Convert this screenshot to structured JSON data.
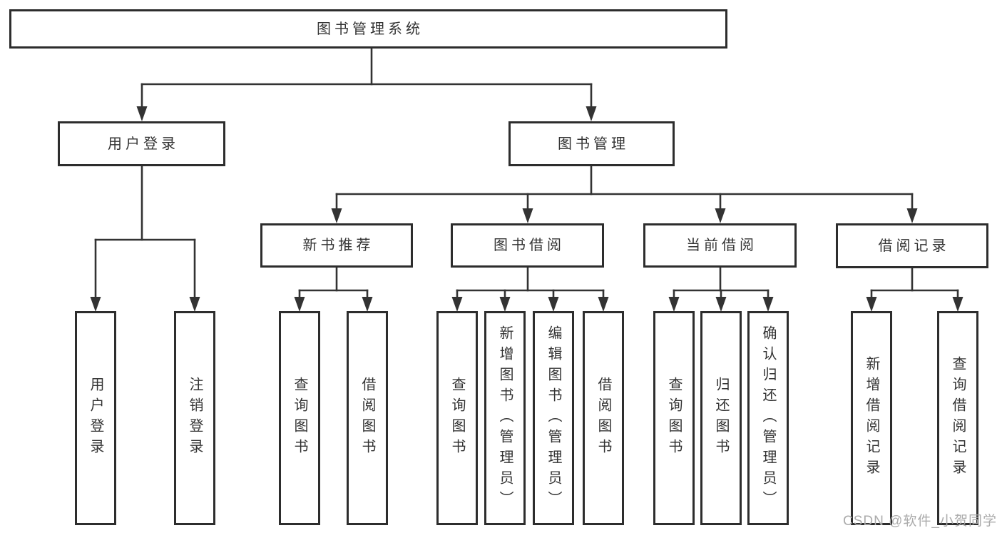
{
  "diagram": {
    "title": "图书管理系统",
    "branches": {
      "user_login": {
        "label": "用户登录",
        "children": [
          "用户登录",
          "注销登录"
        ]
      },
      "book_mgmt": {
        "label": "图书管理",
        "sections": {
          "new_book_rec": {
            "label": "新书推荐",
            "children": [
              "查询图书",
              "借阅图书"
            ]
          },
          "book_borrow": {
            "label": "图书借阅",
            "children": [
              "查询图书",
              "新增图书（管理员）",
              "编辑图书（管理员）",
              "借阅图书"
            ]
          },
          "current_borrow": {
            "label": "当前借阅",
            "children": [
              "查询图书",
              "归还图书",
              "确认归还（管理员）"
            ]
          },
          "borrow_record": {
            "label": "借阅记录",
            "children": [
              "新增借阅记录",
              "查询借阅记录"
            ]
          }
        }
      }
    },
    "line_color": "#333333",
    "border_color": "#2d2d2d"
  },
  "watermark": "CSDN @软件_小贺同学"
}
